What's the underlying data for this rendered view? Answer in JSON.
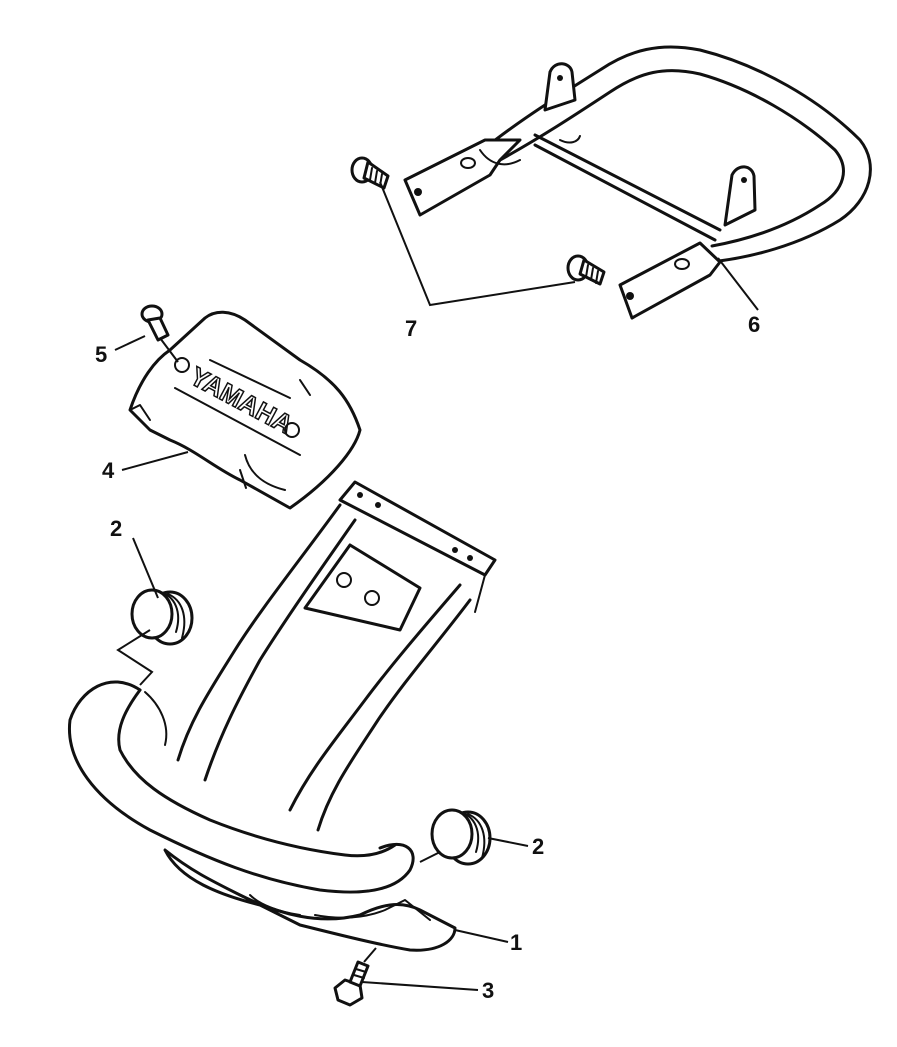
{
  "logo_text": "YAMAHA",
  "callouts": [
    {
      "id": "c1",
      "label": "1"
    },
    {
      "id": "c2a",
      "label": "2"
    },
    {
      "id": "c2b",
      "label": "2"
    },
    {
      "id": "c3",
      "label": "3"
    },
    {
      "id": "c4",
      "label": "4"
    },
    {
      "id": "c5",
      "label": "5"
    },
    {
      "id": "c6",
      "label": "6"
    },
    {
      "id": "c7",
      "label": "7"
    }
  ]
}
